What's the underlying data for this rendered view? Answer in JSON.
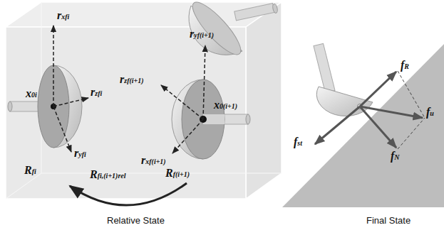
{
  "diagram": {
    "labels": [
      "rxfi",
      "rzfi",
      "ryfi",
      "x0i",
      "Rfi",
      "ryf(i+1)",
      "rzf(i+1)",
      "rxf(i+1)",
      "x0(i+1)",
      "Rf(i+1)",
      "Rfi,(i+1)rel",
      "Relative State",
      "fR",
      "fu",
      "fN",
      "fst",
      "Final State"
    ]
  }
}
